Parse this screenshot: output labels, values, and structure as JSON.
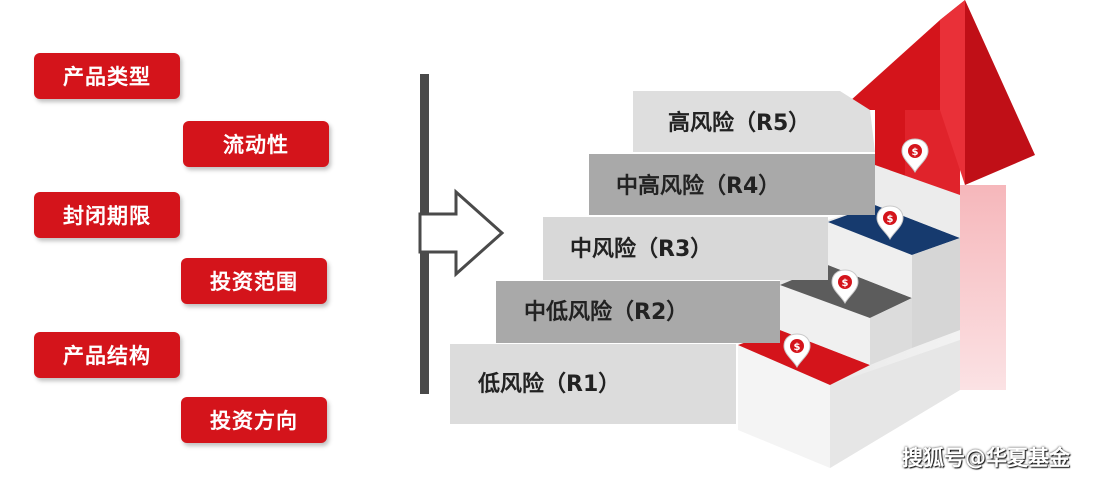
{
  "factors": [
    {
      "label": "产品类型"
    },
    {
      "label": "流动性"
    },
    {
      "label": "封闭期限"
    },
    {
      "label": "投资范围"
    },
    {
      "label": "产品结构"
    },
    {
      "label": "投资方向"
    }
  ],
  "risk_levels": [
    {
      "label": "低风险（R1）"
    },
    {
      "label": "中低风险（R2）"
    },
    {
      "label": "中风险（R3）"
    },
    {
      "label": "中高风险（R4）"
    },
    {
      "label": "高风险（R5）"
    }
  ],
  "icons": [
    "dollar-pin-icon",
    "up-arrow-icon",
    "right-arrow-icon"
  ],
  "colors": {
    "brand_red": "#d4141b",
    "navy": "#163a6e",
    "dark_gray": "#5c5c5c",
    "step_gray": "#d6d6d6",
    "step_gray_dark": "#a8a8a8"
  },
  "watermark": "搜狐号@华夏基金"
}
